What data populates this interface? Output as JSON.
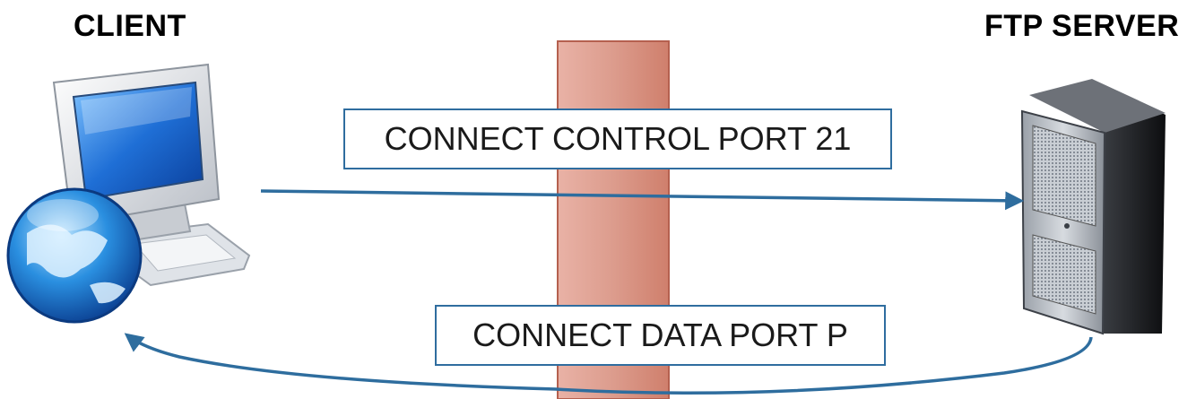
{
  "client": {
    "title": "CLIENT",
    "icon": "computer-globe-icon"
  },
  "server": {
    "title": "FTP SERVER",
    "icon": "server-tower-icon"
  },
  "firewall": {
    "icon": "firewall-wall",
    "color": "#d88b7c"
  },
  "connections": [
    {
      "label": "CONNECT CONTROL PORT 21",
      "direction": "client-to-server"
    },
    {
      "label": "CONNECT DATA PORT P",
      "direction": "server-to-client"
    }
  ],
  "colors": {
    "arrow": "#2e6d9e",
    "box_border": "#2f6d9f",
    "firewall_stroke": "#b5604f"
  }
}
